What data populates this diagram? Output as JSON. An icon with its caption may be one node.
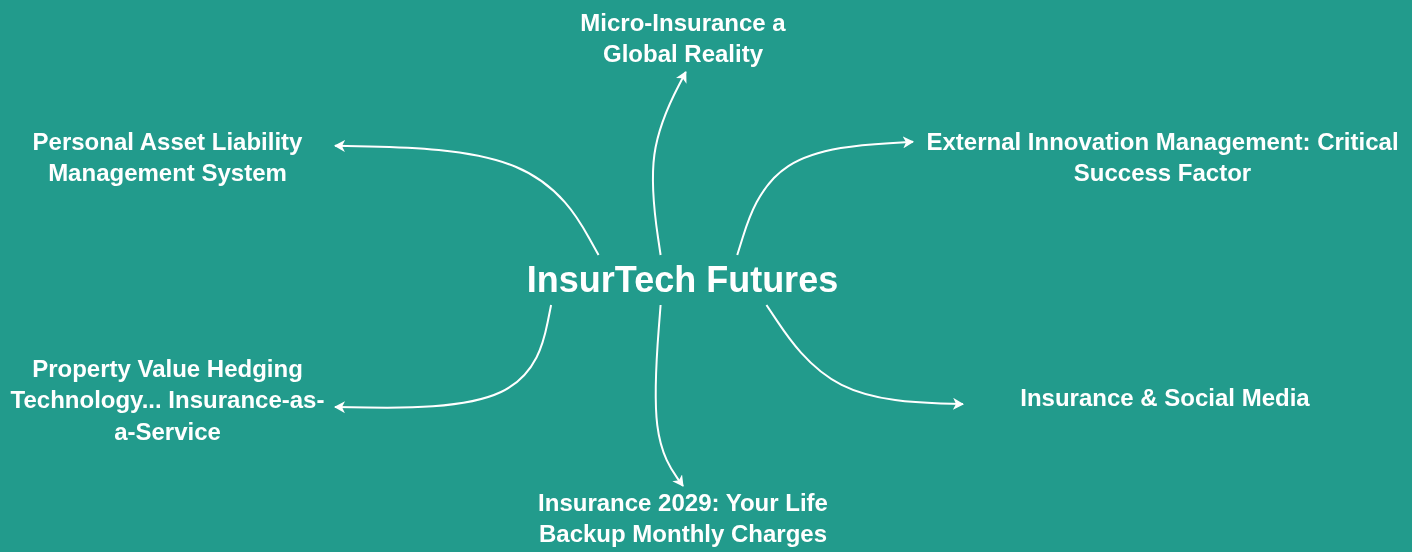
{
  "diagram": {
    "nodes": [
      {
        "text": [
          "InsurTech Futures"
        ]
      },
      {
        "text": [
          "Micro-Insurance a Global Reality"
        ]
      },
      {
        "text": [
          "Personal Asset Liability Management System"
        ]
      },
      {
        "text": [
          "External Innovation Management: Critical Success Factor"
        ]
      },
      {
        "text": [
          "Property Value Hedging Technology... Insurance-as-a-Service"
        ]
      },
      {
        "text": [
          "Insurance & Social Media"
        ]
      },
      {
        "text": [
          "Insurance 2029: Your Life Backup Monthly Charges"
        ]
      }
    ],
    "edges": [
      {
        "from": 0,
        "to": 1,
        "arrow": "to"
      },
      {
        "from": 0,
        "to": 2,
        "arrow": "to"
      },
      {
        "from": 0,
        "to": 3,
        "arrow": "to"
      },
      {
        "from": 0,
        "to": 4,
        "arrow": "to"
      },
      {
        "from": 0,
        "to": 5,
        "arrow": "to"
      },
      {
        "from": 0,
        "to": 6,
        "arrow": "to"
      }
    ]
  }
}
